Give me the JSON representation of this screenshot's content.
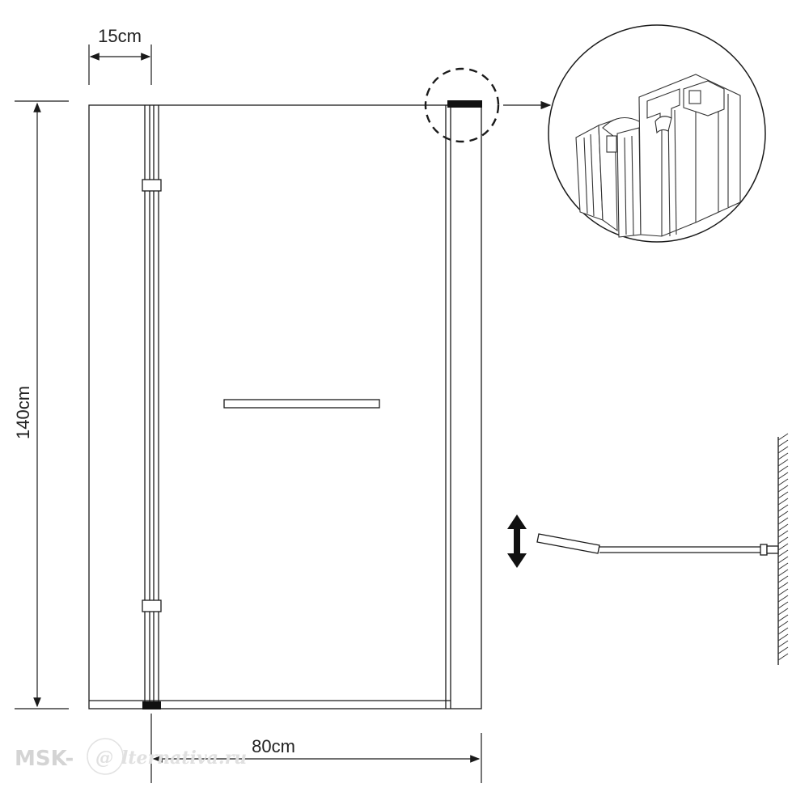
{
  "dimensions": {
    "top_width": "15cm",
    "height": "140cm",
    "bottom_width": "80cm"
  },
  "watermark": {
    "brand": "MSK-",
    "at_symbol": "@",
    "suffix": "lternativa.ru"
  },
  "colors": {
    "line": "#1a1a1a",
    "seal": "#111111",
    "hatch": "#333333"
  }
}
